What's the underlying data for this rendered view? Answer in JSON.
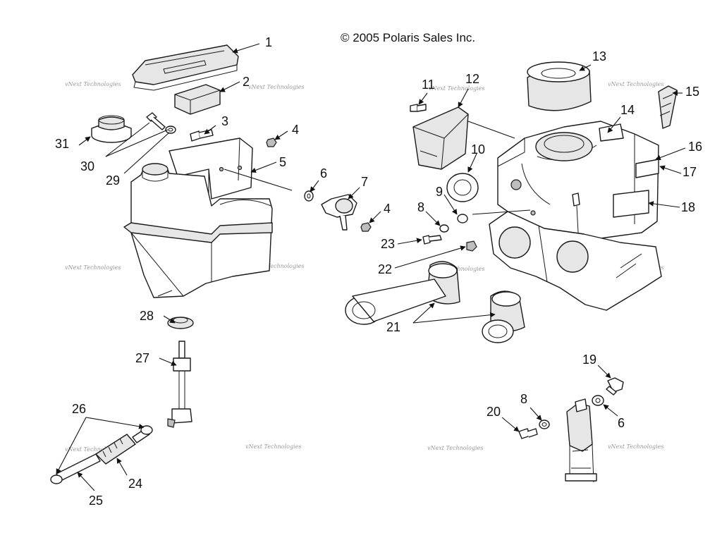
{
  "copyright": "© 2005 Polaris Sales Inc.",
  "watermark": "vNext Technologies",
  "callouts": {
    "c1": "1",
    "c2": "2",
    "c3": "3",
    "c4a": "4",
    "c4b": "4",
    "c5": "5",
    "c6a": "6",
    "c6b": "6",
    "c7": "7",
    "c8a": "8",
    "c8b": "8",
    "c9": "9",
    "c10": "10",
    "c11": "11",
    "c12": "12",
    "c13": "13",
    "c14": "14",
    "c15": "15",
    "c16": "16",
    "c17": "17",
    "c18": "18",
    "c19": "19",
    "c20": "20",
    "c21": "21",
    "c22": "22",
    "c23": "23",
    "c24": "24",
    "c25": "25",
    "c26": "26",
    "c27": "27",
    "c28": "28",
    "c29": "29",
    "c30": "30",
    "c31": "31"
  }
}
